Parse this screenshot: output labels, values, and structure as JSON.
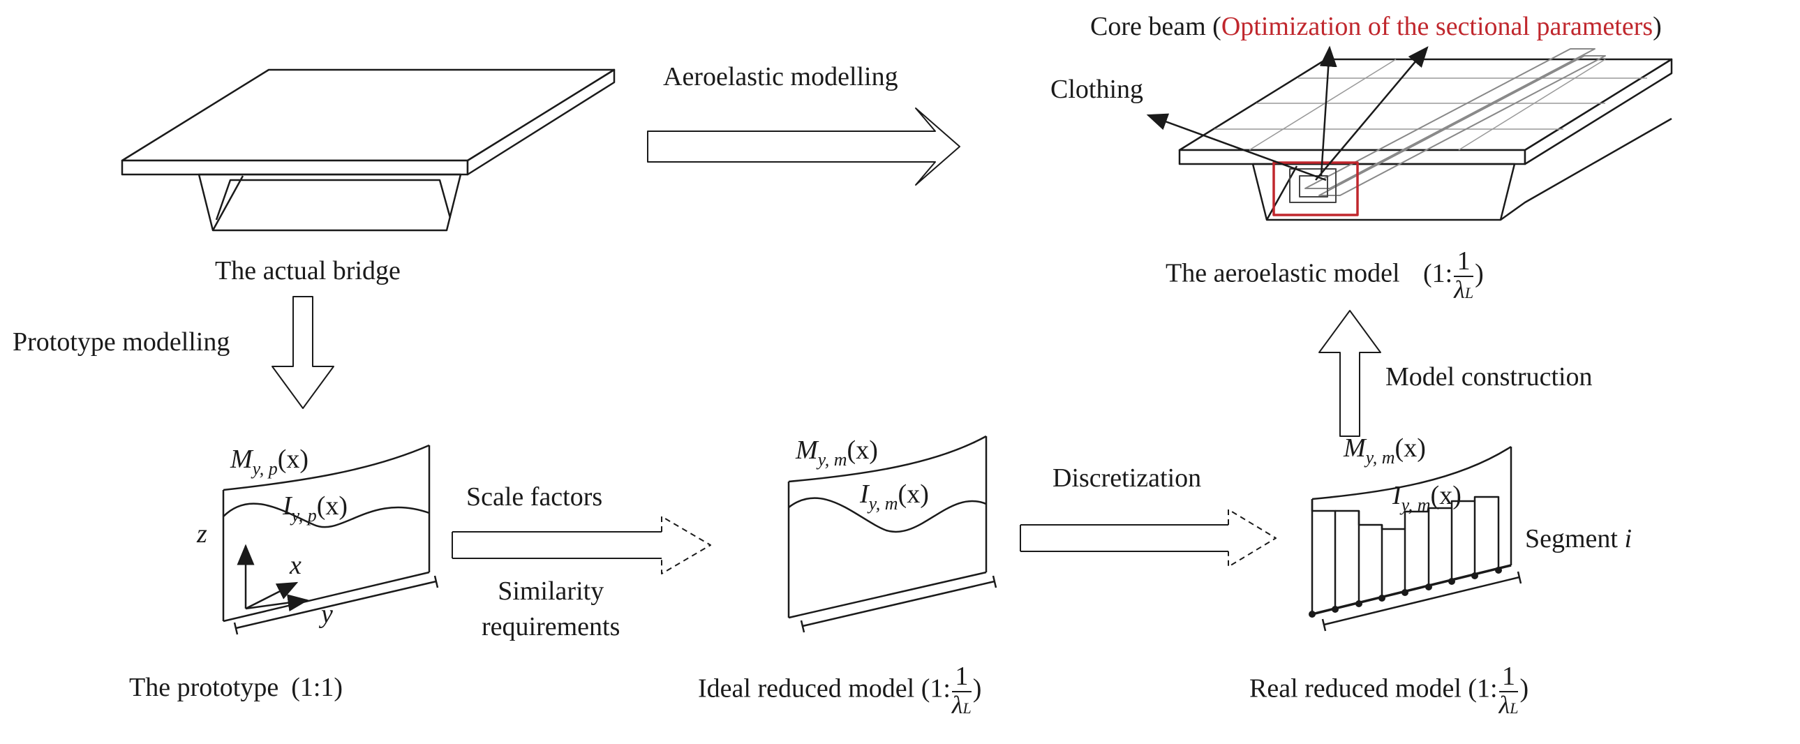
{
  "labels": {
    "actual_bridge": "The actual bridge",
    "aeroelastic_modelling": "Aeroelastic modelling",
    "prototype_modelling": "Prototype modelling",
    "core_beam": "Core beam",
    "optimization": "Optimization of the sectional parameters",
    "clothing": "Clothing",
    "aeroelastic_model": "The aeroelastic  model",
    "model_construction": "Model construction",
    "prototype": "The prototype",
    "prototype_ratio": "(1:1)",
    "scale_factors": "Scale factors",
    "similarity_line1": "Similarity",
    "similarity_line2": "requirements",
    "ideal_model": "Ideal reduced model",
    "discretization": "Discretization",
    "real_model": "Real reduced model",
    "segment": "Segment",
    "segment_var": "i"
  },
  "math": {
    "M": "M",
    "I": "I",
    "sub_yp": "y, p",
    "sub_ym": "y, m",
    "arg": "(x)",
    "ratio_prefix": "(1:",
    "ratio_suffix": ")",
    "frac_num": "1",
    "lambda": "λ",
    "lambda_sub": "L",
    "axis_x": "x",
    "axis_y": "y",
    "axis_z": "z"
  },
  "colors": {
    "line": "#1a1a1a",
    "highlight": "#c0272d"
  }
}
